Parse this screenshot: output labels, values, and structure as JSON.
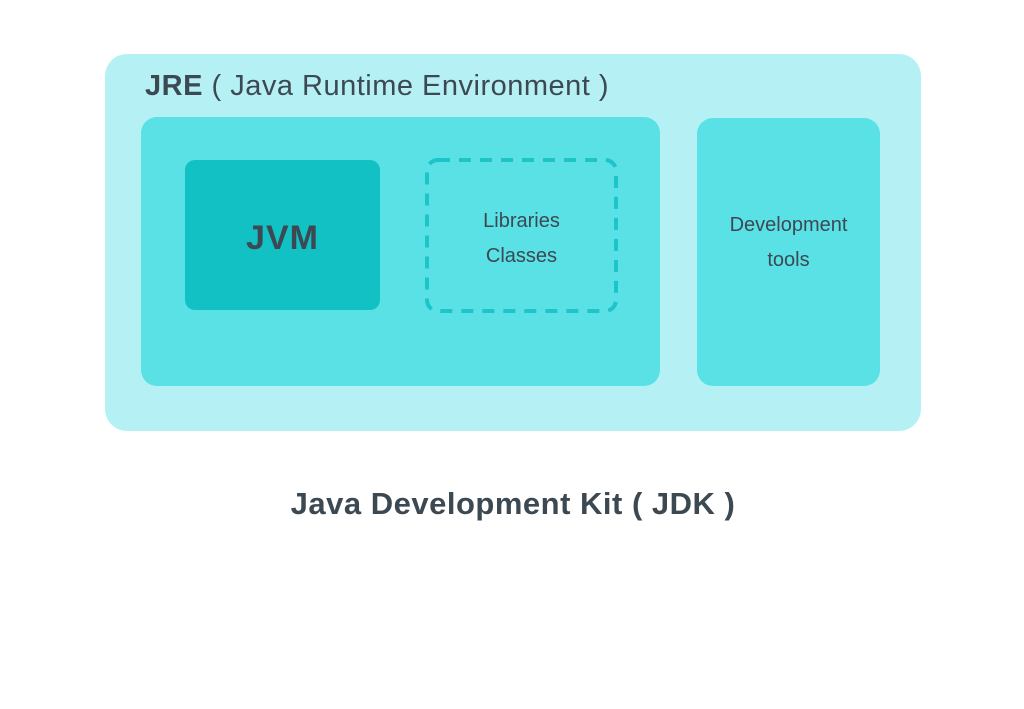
{
  "colors": {
    "page_bg": "#ffffff",
    "jre_bg": "#b5f1f4",
    "container_bg": "#59e1e6",
    "jvm_bg": "#12c1c4",
    "dashed_border": "#1dc4c8",
    "text": "#3d4952"
  },
  "diagram": {
    "jre": {
      "abbr": "JRE",
      "title_rest": " ( Java Runtime Environment )"
    },
    "jvm": {
      "label": "JVM"
    },
    "libraries": {
      "line1": "Libraries",
      "line2": "Classes"
    },
    "devtools": {
      "line1": "Development",
      "line2": "tools"
    },
    "jdk_caption": "Java Development Kit ( JDK )"
  }
}
